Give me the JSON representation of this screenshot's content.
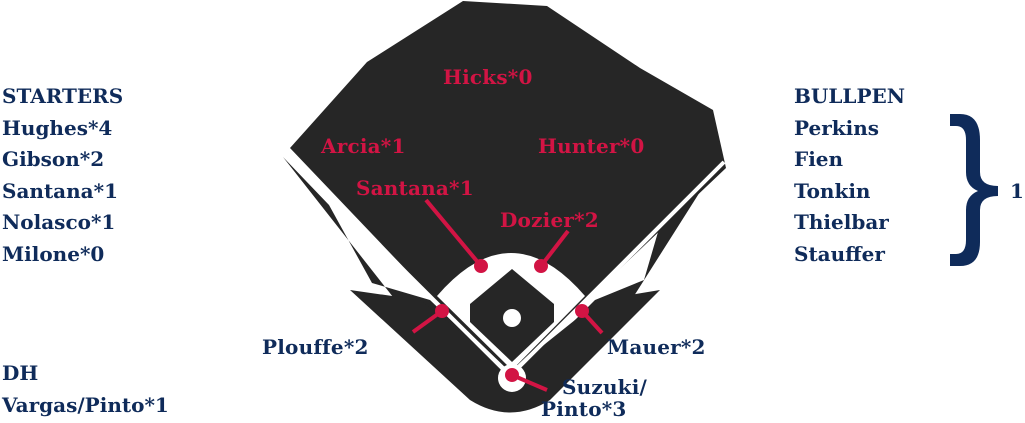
{
  "starters": {
    "heading": "STARTERS",
    "items": [
      "Hughes*4",
      "Gibson*2",
      "Santana*1",
      "Nolasco*1",
      "Milone*0"
    ]
  },
  "dh": {
    "heading": "DH",
    "items": [
      "Vargas/Pinto*1"
    ]
  },
  "bullpen": {
    "heading": "BULLPEN",
    "items": [
      "Perkins",
      "Fien",
      "Tonkin",
      "Thielbar",
      "Stauffer"
    ],
    "group_value": "1"
  },
  "field": {
    "cf": "Hicks*0",
    "lf": "Arcia*1",
    "rf": "Hunter*0",
    "ss": "Santana*1",
    "2b": "Dozier*2",
    "3b": "Plouffe*2",
    "1b": "Mauer*2",
    "c_line1": "Suzuki/",
    "c_line2": "Pinto*3"
  },
  "colors": {
    "navy": "#0f2b5a",
    "red": "#d21444",
    "field_dark": "#262626"
  }
}
